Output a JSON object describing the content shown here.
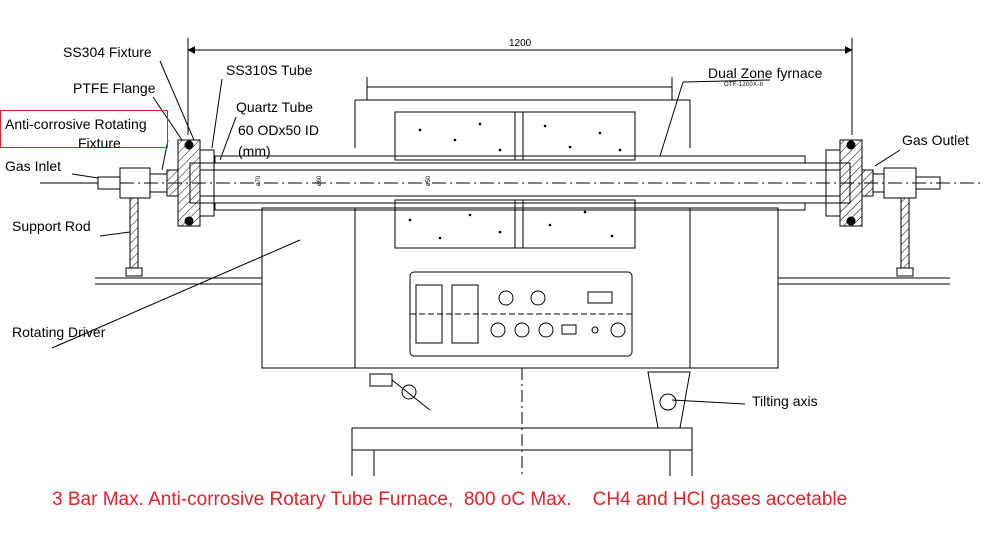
{
  "labels": {
    "ss304_fixture": "SS304 Fixture",
    "ptfe_flange": "PTFE Flange",
    "anticorrosive_line1": "Anti-corrosive Rotating",
    "anticorrosive_line2": "Fixture",
    "gas_inlet": "Gas Inlet",
    "support_rod": "Support Rod",
    "rotating_driver": "Rotating Driver",
    "ss310s_tube": "SS310S Tube",
    "quartz_tube": "Quartz Tube",
    "tube_size_line1": "60 ODx50 ID",
    "tube_size_line2": "(mm)",
    "dual_zone": "Dual Zone fyrnace",
    "model": "OTF-1200X-II",
    "gas_outlet": "Gas Outlet",
    "tilting_axis": "Tilting axis",
    "dimension": "1200",
    "dia_a": "ø70",
    "dia_b": "ø60",
    "dia_c": "ø50"
  },
  "caption": "3 Bar Max. Anti-corrosive Rotary Tube Furnace,  800 oC Max.    CH4 and HCl gases accetable",
  "colors": {
    "caption": "#e0202a",
    "highlight": "#e0202a",
    "line": "#000000"
  }
}
